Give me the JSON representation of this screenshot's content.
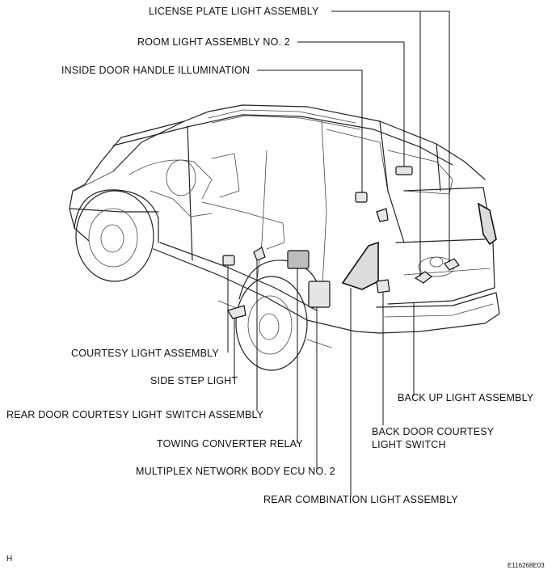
{
  "labels": {
    "license_plate_light": "LICENSE PLATE LIGHT ASSEMBLY",
    "room_light": "ROOM LIGHT ASSEMBLY NO. 2",
    "inside_door_handle": "INSIDE DOOR HANDLE ILLUMINATION",
    "courtesy_light": "COURTESY LIGHT ASSEMBLY",
    "side_step_light": "SIDE STEP LIGHT",
    "rear_door_courtesy_switch": "REAR DOOR COURTESY LIGHT SWITCH ASSEMBLY",
    "towing_converter_relay": "TOWING CONVERTER RELAY",
    "multiplex_ecu": "MULTIPLEX NETWORK BODY ECU NO. 2",
    "rear_combination_light": "REAR COMBINATION LIGHT ASSEMBLY",
    "back_up_light": "BACK UP LIGHT ASSEMBLY",
    "back_door_switch_line1": "BACK DOOR COURTESY",
    "back_door_switch_line2": "LIGHT SWITCH"
  },
  "corner_mark": "H",
  "figure_code": "E116268E03"
}
